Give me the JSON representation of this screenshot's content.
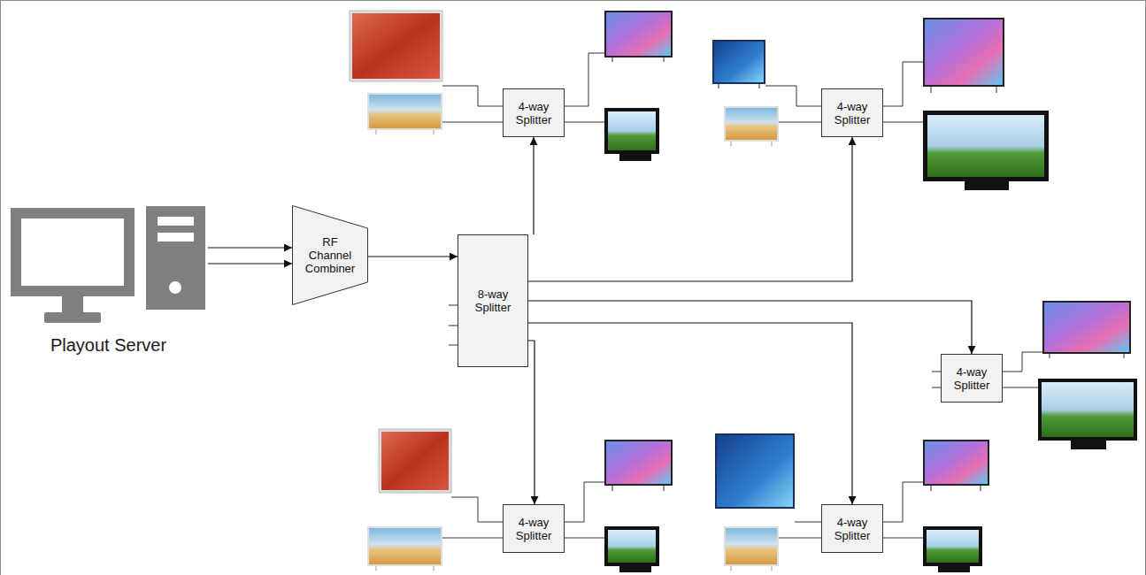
{
  "diagram": {
    "nodes": [
      {
        "text": [
          "Playout Server"
        ]
      },
      {
        "text": [
          "RF Channel Combiner"
        ]
      },
      {
        "text": [
          "8-way Splitter"
        ]
      },
      {
        "text": [
          "4-way Splitter"
        ]
      },
      {
        "text": [
          "4-way Splitter"
        ]
      },
      {
        "text": [
          "4-way Splitter"
        ]
      },
      {
        "text": [
          "4-way Splitter"
        ]
      },
      {
        "text": [
          "4-way Splitter"
        ]
      }
    ],
    "edges": [
      {
        "from": 0,
        "to": 1,
        "arrow": "to"
      },
      {
        "from": 0,
        "to": 1,
        "arrow": "to"
      },
      {
        "from": 1,
        "to": 2,
        "arrow": "to"
      },
      {
        "from": 2,
        "to": 3,
        "arrow": "to"
      },
      {
        "from": 2,
        "to": 4,
        "arrow": "to"
      },
      {
        "from": 2,
        "to": 5,
        "arrow": "to"
      },
      {
        "from": 2,
        "to": 6,
        "arrow": "to"
      },
      {
        "from": 2,
        "to": 7,
        "arrow": "to"
      }
    ]
  }
}
